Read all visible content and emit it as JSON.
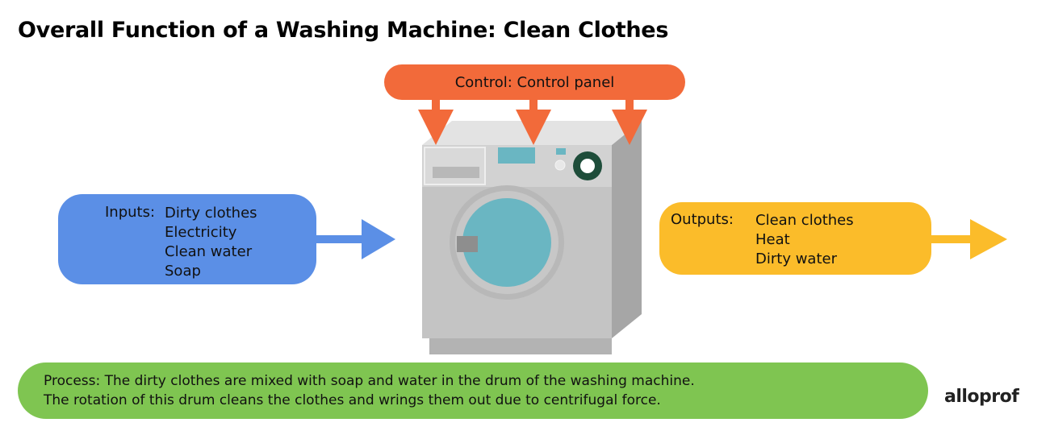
{
  "title": "Overall Function of a Washing Machine: Clean Clothes",
  "control": {
    "text": "Control: Control panel"
  },
  "inputs": {
    "label": "Inputs:",
    "items": [
      "Dirty clothes",
      "Electricity",
      "Clean water",
      "Soap"
    ]
  },
  "outputs": {
    "label": "Outputs:",
    "items": [
      "Clean clothes",
      "Heat",
      "Dirty water"
    ]
  },
  "process": {
    "line1": "Process: The dirty clothes are mixed with soap and water in the drum of the washing machine.",
    "line2": "The rotation of this drum cleans the clothes and wrings them out due to  centrifugal force."
  },
  "logo": "alloprof",
  "colors": {
    "control": "#f26a3a",
    "inputs": "#5b8fe6",
    "outputs": "#fbbc2a",
    "process": "#7fc551"
  }
}
